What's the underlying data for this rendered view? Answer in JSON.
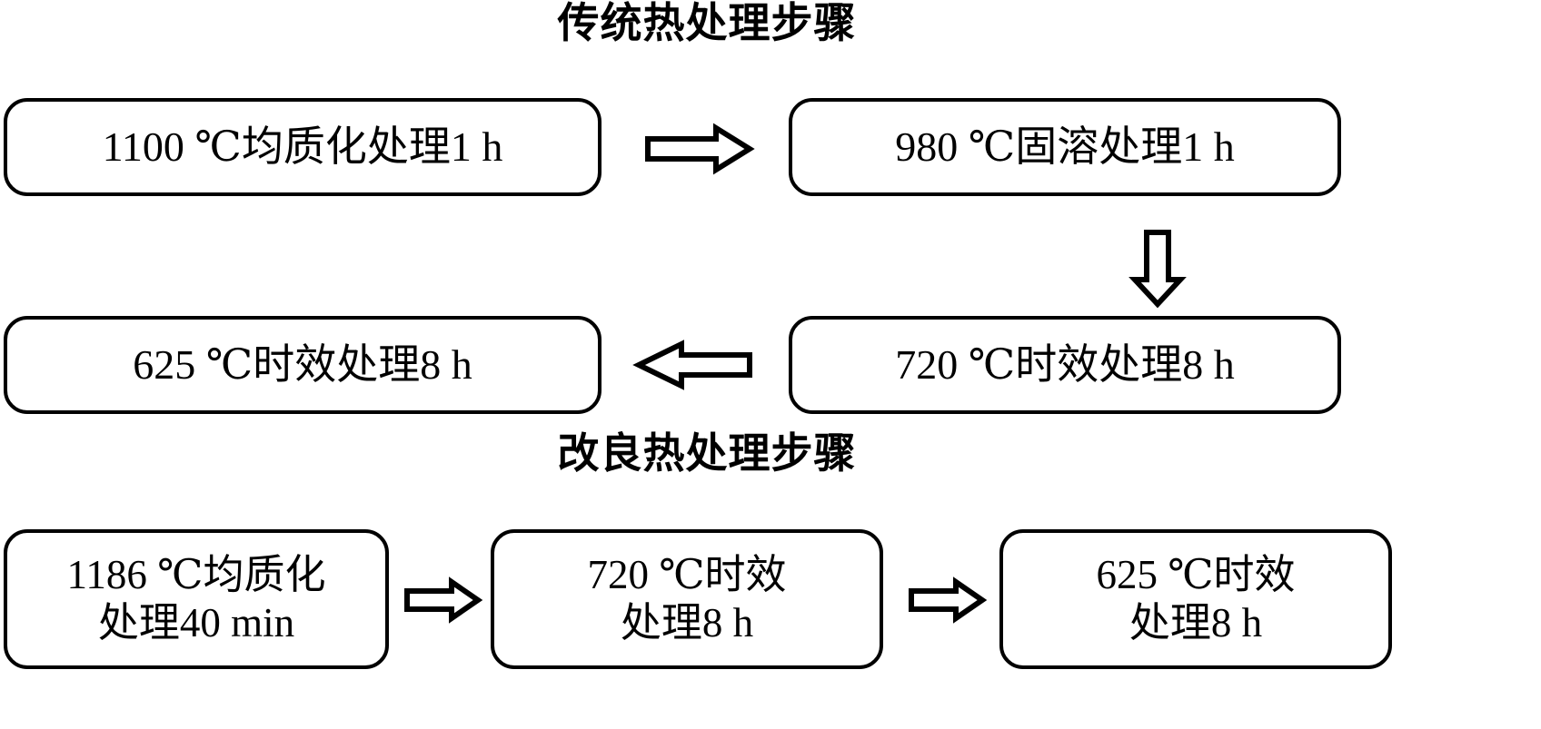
{
  "diagram": {
    "background_color": "#ffffff",
    "line_color": "#000000",
    "sections": [
      {
        "id": "traditional",
        "title": "传统热处理步骤",
        "steps": [
          {
            "id": "trad-step-1",
            "label": "1100 ℃均质化处理1 h"
          },
          {
            "id": "trad-step-2",
            "label": "980 ℃固溶处理1 h"
          },
          {
            "id": "trad-step-3",
            "label": "720 ℃时效处理8 h"
          },
          {
            "id": "trad-step-4",
            "label": "625 ℃时效处理8 h"
          }
        ],
        "connectors": [
          {
            "id": "trad-arrow-1",
            "direction": "right",
            "from": "trad-step-1",
            "to": "trad-step-2"
          },
          {
            "id": "trad-arrow-2",
            "direction": "down",
            "from": "trad-step-2",
            "to": "trad-step-3"
          },
          {
            "id": "trad-arrow-3",
            "direction": "left",
            "from": "trad-step-3",
            "to": "trad-step-4"
          }
        ]
      },
      {
        "id": "improved",
        "title": "改良热处理步骤",
        "steps": [
          {
            "id": "imp-step-1",
            "label": "1186 ℃均质化\n处理40 min"
          },
          {
            "id": "imp-step-2",
            "label": "720 ℃时效\n处理8 h"
          },
          {
            "id": "imp-step-3",
            "label": "625 ℃时效\n处理8  h"
          }
        ],
        "connectors": [
          {
            "id": "imp-arrow-1",
            "direction": "right",
            "from": "imp-step-1",
            "to": "imp-step-2"
          },
          {
            "id": "imp-arrow-2",
            "direction": "right",
            "from": "imp-step-2",
            "to": "imp-step-3"
          }
        ]
      }
    ]
  }
}
